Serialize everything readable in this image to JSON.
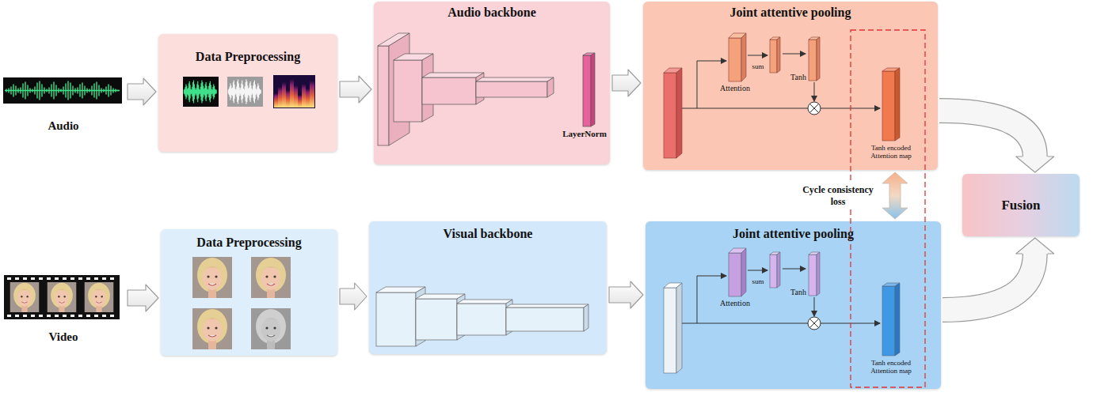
{
  "diagram": {
    "nodes": [
      {
        "text": [
          "Audio"
        ]
      },
      {
        "text": [
          "Data Preprocessing"
        ]
      },
      {
        "text": [
          "Audio backbone"
        ]
      },
      {
        "text": [
          "Joint attentive pooling"
        ]
      },
      {
        "text": [
          "Fusion"
        ]
      },
      {
        "text": [
          "Video"
        ]
      },
      {
        "text": [
          "Data Preprocessing"
        ]
      },
      {
        "text": [
          "Visual backbone"
        ]
      },
      {
        "text": [
          "Joint attentive pooling"
        ]
      }
    ],
    "edges": [
      {
        "from": 0,
        "to": 1,
        "arrow": "to"
      },
      {
        "from": 1,
        "to": 2,
        "arrow": "to"
      },
      {
        "from": 2,
        "to": 3,
        "arrow": "to"
      },
      {
        "from": 3,
        "to": 4,
        "arrow": "to"
      },
      {
        "from": 5,
        "to": 6,
        "arrow": "to"
      },
      {
        "from": 6,
        "to": 7,
        "arrow": "to"
      },
      {
        "from": 7,
        "to": 8,
        "arrow": "to"
      },
      {
        "from": 8,
        "to": 4,
        "arrow": "to"
      },
      {
        "from": 3,
        "to": 8,
        "label": "Cycle consistency loss",
        "arrow": "both"
      }
    ],
    "labels": [
      "LayerNorm",
      "Attention",
      "sum",
      "Tanh",
      "Tanh encoded Attention map",
      "Attention",
      "sum",
      "Tanh",
      "Tanh encoded Attention map"
    ]
  }
}
